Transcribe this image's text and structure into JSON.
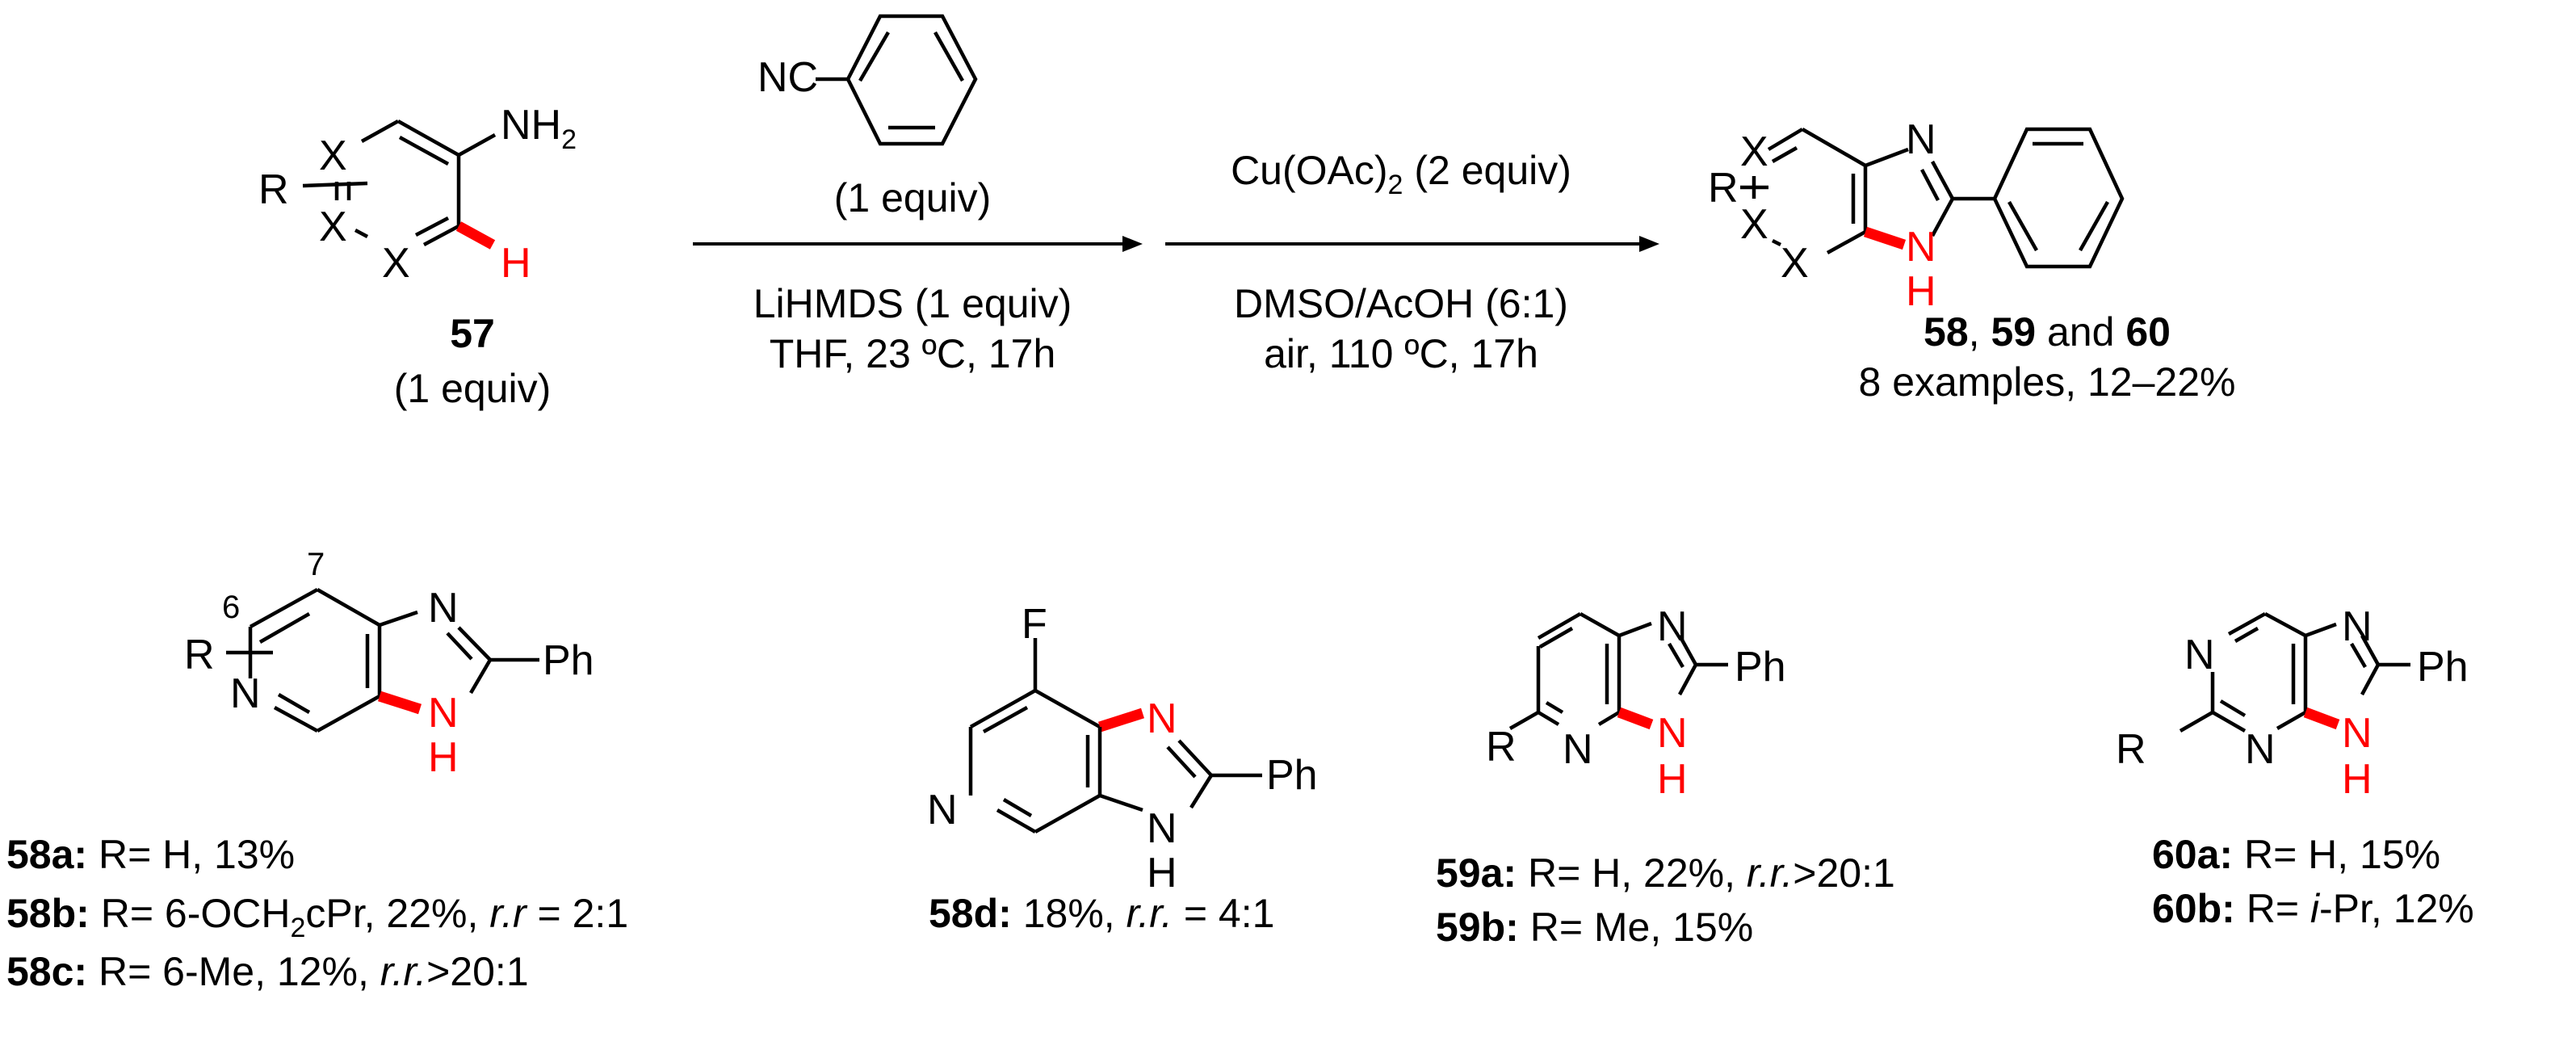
{
  "scheme": {
    "starting_material": {
      "id": "57",
      "equiv": "(1 equiv)",
      "atoms": {
        "R": "R",
        "X": "X",
        "amine": "NH",
        "amine_sub": "2",
        "H": "H"
      }
    },
    "step1": {
      "reagent_group": "NC",
      "reagent_equiv": "(1 equiv)",
      "conditions_line1": "LiHMDS (1 equiv)",
      "conditions_line2": "THF, 23 ºC, 17h"
    },
    "step2": {
      "reagent_pre": "Cu(OAc)",
      "reagent_sub": "2",
      "reagent_post": " (2 equiv)",
      "conditions_line1": "DMSO/AcOH (6:1)",
      "conditions_line2": "air, 110 ºC, 17h"
    },
    "product": {
      "ids": [
        "58",
        "59",
        "60"
      ],
      "sep1": ", ",
      "sep2": " and ",
      "summary": "8 examples, 12–22%",
      "atoms": {
        "R": "R",
        "X": "X",
        "N": "N",
        "H": "H"
      }
    }
  },
  "examples": {
    "ex58": {
      "locants": {
        "six": "6",
        "seven": "7"
      },
      "atoms": {
        "R": "R",
        "N": "N",
        "Ph": "Ph",
        "H": "H"
      },
      "entries": [
        {
          "id": "58a:",
          "text": " R= H, 13%"
        },
        {
          "id": "58b:",
          "text_pre": " R= 6-OCH",
          "sub": "2",
          "text_mid": "cPr, 22%, ",
          "rr": "r.r",
          "text_post": " = 2:1"
        },
        {
          "id": "58c:",
          "text_pre": " R= 6-Me, 12%, ",
          "rr": "r.r.",
          "text_post": ">20:1"
        }
      ]
    },
    "ex58d": {
      "atoms": {
        "F": "F",
        "N": "N",
        "Ph": "Ph",
        "H": "H"
      },
      "entry": {
        "id": "58d:",
        "text_pre": " 18%, ",
        "rr": "r.r.",
        "text_post": " = 4:1"
      }
    },
    "ex59": {
      "atoms": {
        "R": "R",
        "N": "N",
        "Ph": "Ph",
        "H": "H"
      },
      "entries": [
        {
          "id": "59a:",
          "text_pre": " R= H, 22%, ",
          "rr": "r.r.",
          "text_post": ">20:1"
        },
        {
          "id": "59b:",
          "text": " R= Me, 15%"
        }
      ]
    },
    "ex60": {
      "atoms": {
        "R": "R",
        "N": "N",
        "Ph": "Ph",
        "H": "H"
      },
      "entries": [
        {
          "id": "60a:",
          "text": " R= H, 15%"
        },
        {
          "id": "60b:",
          "text_pre": " R= ",
          "ital": "i",
          "text_post": "-Pr, 12%"
        }
      ]
    }
  },
  "colors": {
    "highlight": "#ff0000",
    "ink": "#000000",
    "background": "#ffffff"
  }
}
